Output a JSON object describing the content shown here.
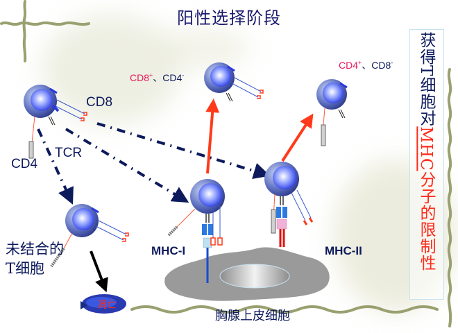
{
  "title": "阳性选择阶段",
  "side_note": {
    "part1": "获得T细胞对",
    "part2_underlined": "MHC",
    "part3": "分子的限制性"
  },
  "labels": {
    "cd8": "CD8",
    "cd4": "CD4",
    "tcr": "TCR",
    "mhc_i": "MHC-I",
    "mhc_ii": "MHC-II",
    "unbound_line1": "未结合的",
    "unbound_line2": "T细胞",
    "apoptosis": "凋亡",
    "epithelial": "胸腺上皮细胞"
  },
  "outcome_cd8": {
    "pos": "CD8",
    "pos_sup": "+",
    "sep": "、",
    "neg": "CD4",
    "neg_sup": "-"
  },
  "outcome_cd4": {
    "pos": "CD4",
    "pos_sup": "+",
    "sep": "、",
    "neg": "CD8",
    "neg_sup": "-"
  },
  "colors": {
    "navy": "#0d1a5c",
    "positive": "#e6195a",
    "arrow_red": "#ff3a1a",
    "vine": "#9aa070",
    "cell_gray": "#9a9a9a"
  }
}
